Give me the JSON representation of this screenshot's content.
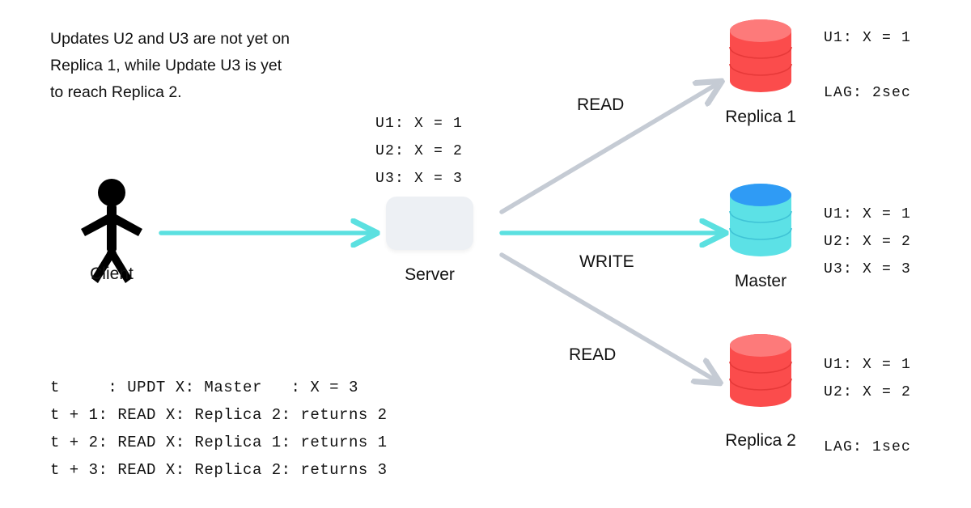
{
  "note": {
    "text": "Updates U2 and U3 are not yet on\nReplica 1, while Update U3 is yet\nto reach Replica 2."
  },
  "client": {
    "label": "Client",
    "icon": "person-icon"
  },
  "server": {
    "label": "Server",
    "state": "U1: X = 1\nU2: X = 2\nU3: X = 3"
  },
  "edges": {
    "client_to_server": {
      "label": "",
      "color": "#5BE0E0"
    },
    "read_replica1": {
      "label": "READ",
      "color": "#c5cbd4"
    },
    "write_master": {
      "label": "WRITE",
      "color": "#5BE0E0"
    },
    "read_replica2": {
      "label": "READ",
      "color": "#c5cbd4"
    }
  },
  "databases": [
    {
      "name": "replica-1",
      "label": "Replica 1",
      "color": "#fb4c4c",
      "top_color": "#fd6f6f",
      "state": "U1: X = 1\n\nLAG: 2sec"
    },
    {
      "name": "master",
      "label": "Master",
      "color": "#5ce1e6",
      "top_color": "#2f9bf5",
      "state": "U1: X = 1\nU2: X = 2\nU3: X = 3"
    },
    {
      "name": "replica-2",
      "label": "Replica 2",
      "color": "#fb4c4c",
      "top_color": "#fd6f6f",
      "state": "U1: X = 1\nU2: X = 2\n\nLAG: 1sec"
    }
  ],
  "timeline": {
    "lines": "t     : UPDT X: Master   : X = 3\nt + 1: READ X: Replica 2: returns 2\nt + 2: READ X: Replica 1: returns 1\nt + 3: READ X: Replica 2: returns 3"
  }
}
